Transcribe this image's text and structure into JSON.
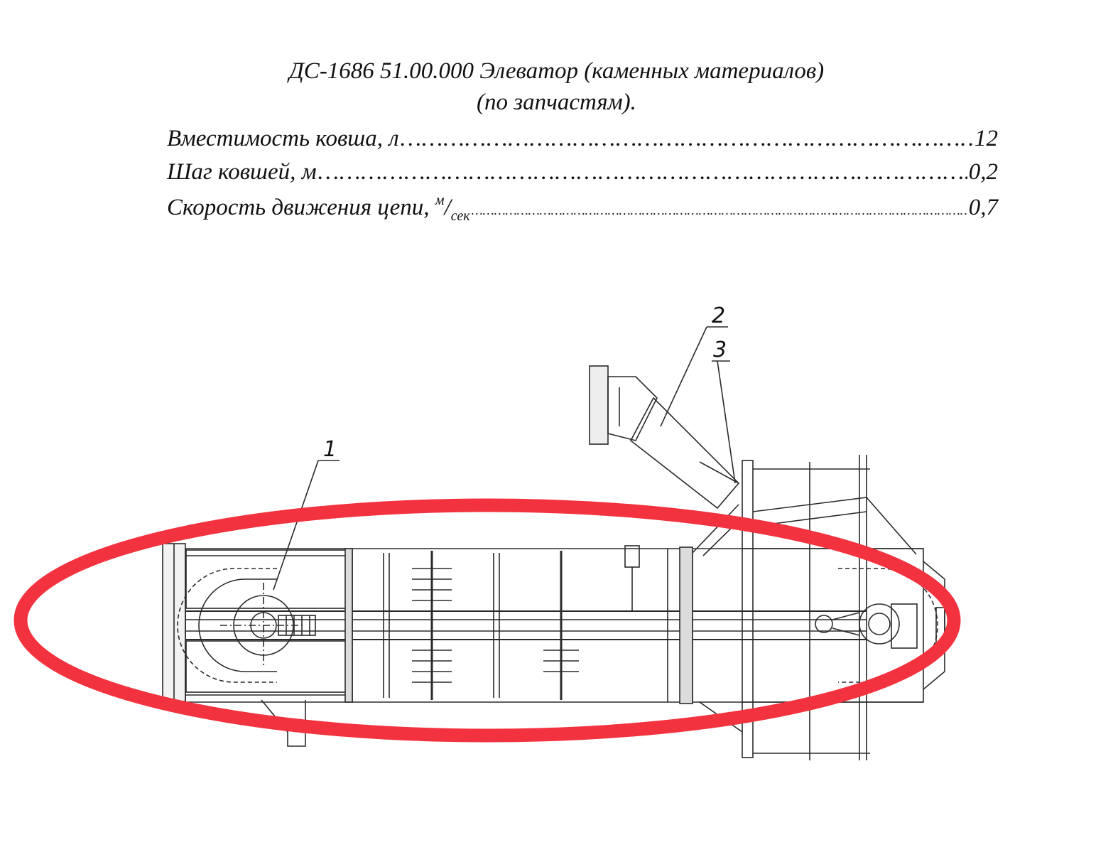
{
  "header": {
    "title_line1": "ДС-1686 51.00.000 Элеватор (каменных материалов)",
    "title_line2": "(по запчастям)."
  },
  "specs": [
    {
      "label": "Вместимость ковша, л",
      "value": "12"
    },
    {
      "label": "Шаг ковшей, м",
      "value": "0,2"
    },
    {
      "label": "Скорость движения цепи, ",
      "unit_num": "м",
      "unit_den": "сек",
      "value": "0,7"
    }
  ],
  "callouts": [
    "1",
    "2",
    "3"
  ],
  "colors": {
    "highlight": "#f2333f",
    "line": "#2a2a2a"
  }
}
